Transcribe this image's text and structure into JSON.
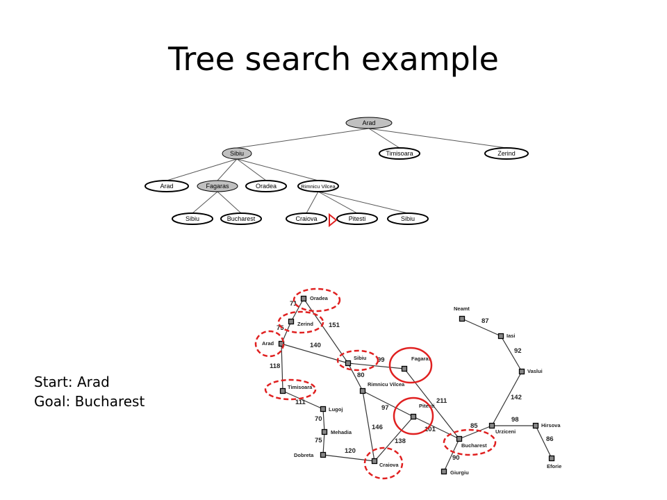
{
  "slide": {
    "title": "Tree search example",
    "start_label": "Start: Arad",
    "goal_label": "Goal: Bucharest"
  },
  "colors": {
    "expanded_node_fill": "#c0c0c0",
    "highlight_red": "#e02020",
    "edge": "#555555"
  },
  "tree": {
    "nodes": [
      {
        "id": "n0",
        "label": "Arad",
        "expanded": true
      },
      {
        "id": "n1",
        "label": "Sibiu",
        "expanded": true
      },
      {
        "id": "n2",
        "label": "Timisoara",
        "expanded": false
      },
      {
        "id": "n3",
        "label": "Zerind",
        "expanded": false
      },
      {
        "id": "n4",
        "label": "Arad",
        "expanded": false
      },
      {
        "id": "n5",
        "label": "Fagaras",
        "expanded": true
      },
      {
        "id": "n6",
        "label": "Oradea",
        "expanded": false
      },
      {
        "id": "n7",
        "label": "Rimnicu Vilcea",
        "expanded": false
      },
      {
        "id": "n8",
        "label": "Sibiu",
        "expanded": false
      },
      {
        "id": "n9",
        "label": "Bucharest",
        "expanded": false
      },
      {
        "id": "n10",
        "label": "Craiova",
        "expanded": false
      },
      {
        "id": "n11",
        "label": "Pitesti",
        "expanded": false
      },
      {
        "id": "n12",
        "label": "Sibiu",
        "expanded": false
      }
    ],
    "edges": [
      [
        "n0",
        "n1"
      ],
      [
        "n0",
        "n2"
      ],
      [
        "n0",
        "n3"
      ],
      [
        "n1",
        "n4"
      ],
      [
        "n1",
        "n5"
      ],
      [
        "n1",
        "n6"
      ],
      [
        "n1",
        "n7"
      ],
      [
        "n5",
        "n8"
      ],
      [
        "n5",
        "n9"
      ],
      [
        "n7",
        "n10"
      ],
      [
        "n7",
        "n11"
      ],
      [
        "n7",
        "n12"
      ]
    ]
  },
  "map": {
    "cities": [
      {
        "id": "oradea",
        "label": "Oradea"
      },
      {
        "id": "zerind",
        "label": "Zerind"
      },
      {
        "id": "arad",
        "label": "Arad"
      },
      {
        "id": "sibiu",
        "label": "Sibiu"
      },
      {
        "id": "fagaras",
        "label": "Fagaras"
      },
      {
        "id": "timisoara",
        "label": "Timisoara"
      },
      {
        "id": "rimnicu",
        "label": "Rimnicu Vilcea"
      },
      {
        "id": "lugoj",
        "label": "Lugoj"
      },
      {
        "id": "pitesti",
        "label": "Pitesti"
      },
      {
        "id": "mehadia",
        "label": "Mehadia"
      },
      {
        "id": "dobreta",
        "label": "Dobreta"
      },
      {
        "id": "craiova",
        "label": "Craiova"
      },
      {
        "id": "bucharest",
        "label": "Bucharest"
      },
      {
        "id": "giurgiu",
        "label": "Giurgiu"
      },
      {
        "id": "urziceni",
        "label": "Urziceni"
      },
      {
        "id": "hirsova",
        "label": "Hirsova"
      },
      {
        "id": "eforie",
        "label": "Eforie"
      },
      {
        "id": "vaslui",
        "label": "Vaslui"
      },
      {
        "id": "iasi",
        "label": "Iasi"
      },
      {
        "id": "neamt",
        "label": "Neamt"
      }
    ],
    "roads": [
      {
        "from": "oradea",
        "to": "zerind",
        "distance": "71"
      },
      {
        "from": "oradea",
        "to": "sibiu",
        "distance": "151"
      },
      {
        "from": "zerind",
        "to": "arad",
        "distance": "75"
      },
      {
        "from": "arad",
        "to": "sibiu",
        "distance": "140"
      },
      {
        "from": "arad",
        "to": "timisoara",
        "distance": "118"
      },
      {
        "from": "timisoara",
        "to": "lugoj",
        "distance": "111"
      },
      {
        "from": "lugoj",
        "to": "mehadia",
        "distance": "70"
      },
      {
        "from": "mehadia",
        "to": "dobreta",
        "distance": "75"
      },
      {
        "from": "dobreta",
        "to": "craiova",
        "distance": "120"
      },
      {
        "from": "sibiu",
        "to": "fagaras",
        "distance": "99"
      },
      {
        "from": "sibiu",
        "to": "rimnicu",
        "distance": "80"
      },
      {
        "from": "rimnicu",
        "to": "pitesti",
        "distance": "97"
      },
      {
        "from": "rimnicu",
        "to": "craiova",
        "distance": "146"
      },
      {
        "from": "pitesti",
        "to": "craiova",
        "distance": "138"
      },
      {
        "from": "pitesti",
        "to": "bucharest",
        "distance": "101"
      },
      {
        "from": "fagaras",
        "to": "bucharest",
        "distance": "211"
      },
      {
        "from": "bucharest",
        "to": "giurgiu",
        "distance": "90"
      },
      {
        "from": "bucharest",
        "to": "urziceni",
        "distance": "85"
      },
      {
        "from": "urziceni",
        "to": "hirsova",
        "distance": "98"
      },
      {
        "from": "hirsova",
        "to": "eforie",
        "distance": "86"
      },
      {
        "from": "urziceni",
        "to": "vaslui",
        "distance": "142"
      },
      {
        "from": "vaslui",
        "to": "iasi",
        "distance": "92"
      },
      {
        "from": "iasi",
        "to": "neamt",
        "distance": "87"
      }
    ],
    "frontier_highlighted": [
      "oradea",
      "zerind",
      "arad",
      "sibiu",
      "timisoara",
      "bucharest",
      "craiova"
    ],
    "expanded_highlighted": [
      "fagaras",
      "pitesti"
    ]
  }
}
